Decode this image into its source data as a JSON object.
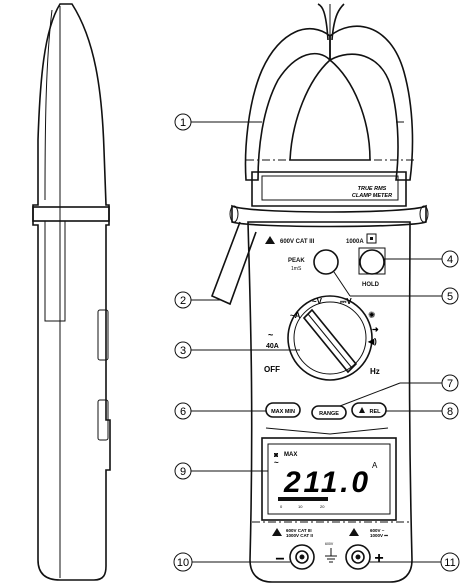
{
  "nameplate": {
    "line1": "TRUE RMS",
    "line2": "CLAMP METER"
  },
  "rating_top": {
    "voltage": "600V CAT III",
    "current": "1000A"
  },
  "buttons": {
    "peak": {
      "label": "PEAK",
      "sub": "1mS"
    },
    "hold": {
      "label": "HOLD"
    },
    "maxmin": {
      "label": "MAX MIN"
    },
    "range": {
      "label": "RANGE"
    },
    "rel": {
      "label": "REL"
    }
  },
  "dial": {
    "off": "OFF",
    "ac_a": "~A",
    "ac_a_range": "40A",
    "ac_v": "~V",
    "dc_v": "⎓V",
    "hz": "Hz"
  },
  "lcd": {
    "flag": "MAX",
    "reading": "211.0",
    "unit": "A",
    "scale": [
      "0",
      "10",
      "20"
    ]
  },
  "terminals": {
    "left_rating_1": "600V CAT III",
    "left_rating_2": "1000V CAT II",
    "mid_rating": "600V",
    "right_rating_1": "600V ~",
    "right_rating_2": "1000V ⎓",
    "minus": "−",
    "plus": "+"
  },
  "callouts": [
    "1",
    "2",
    "3",
    "4",
    "5",
    "6",
    "7",
    "8",
    "9",
    "10",
    "11"
  ]
}
